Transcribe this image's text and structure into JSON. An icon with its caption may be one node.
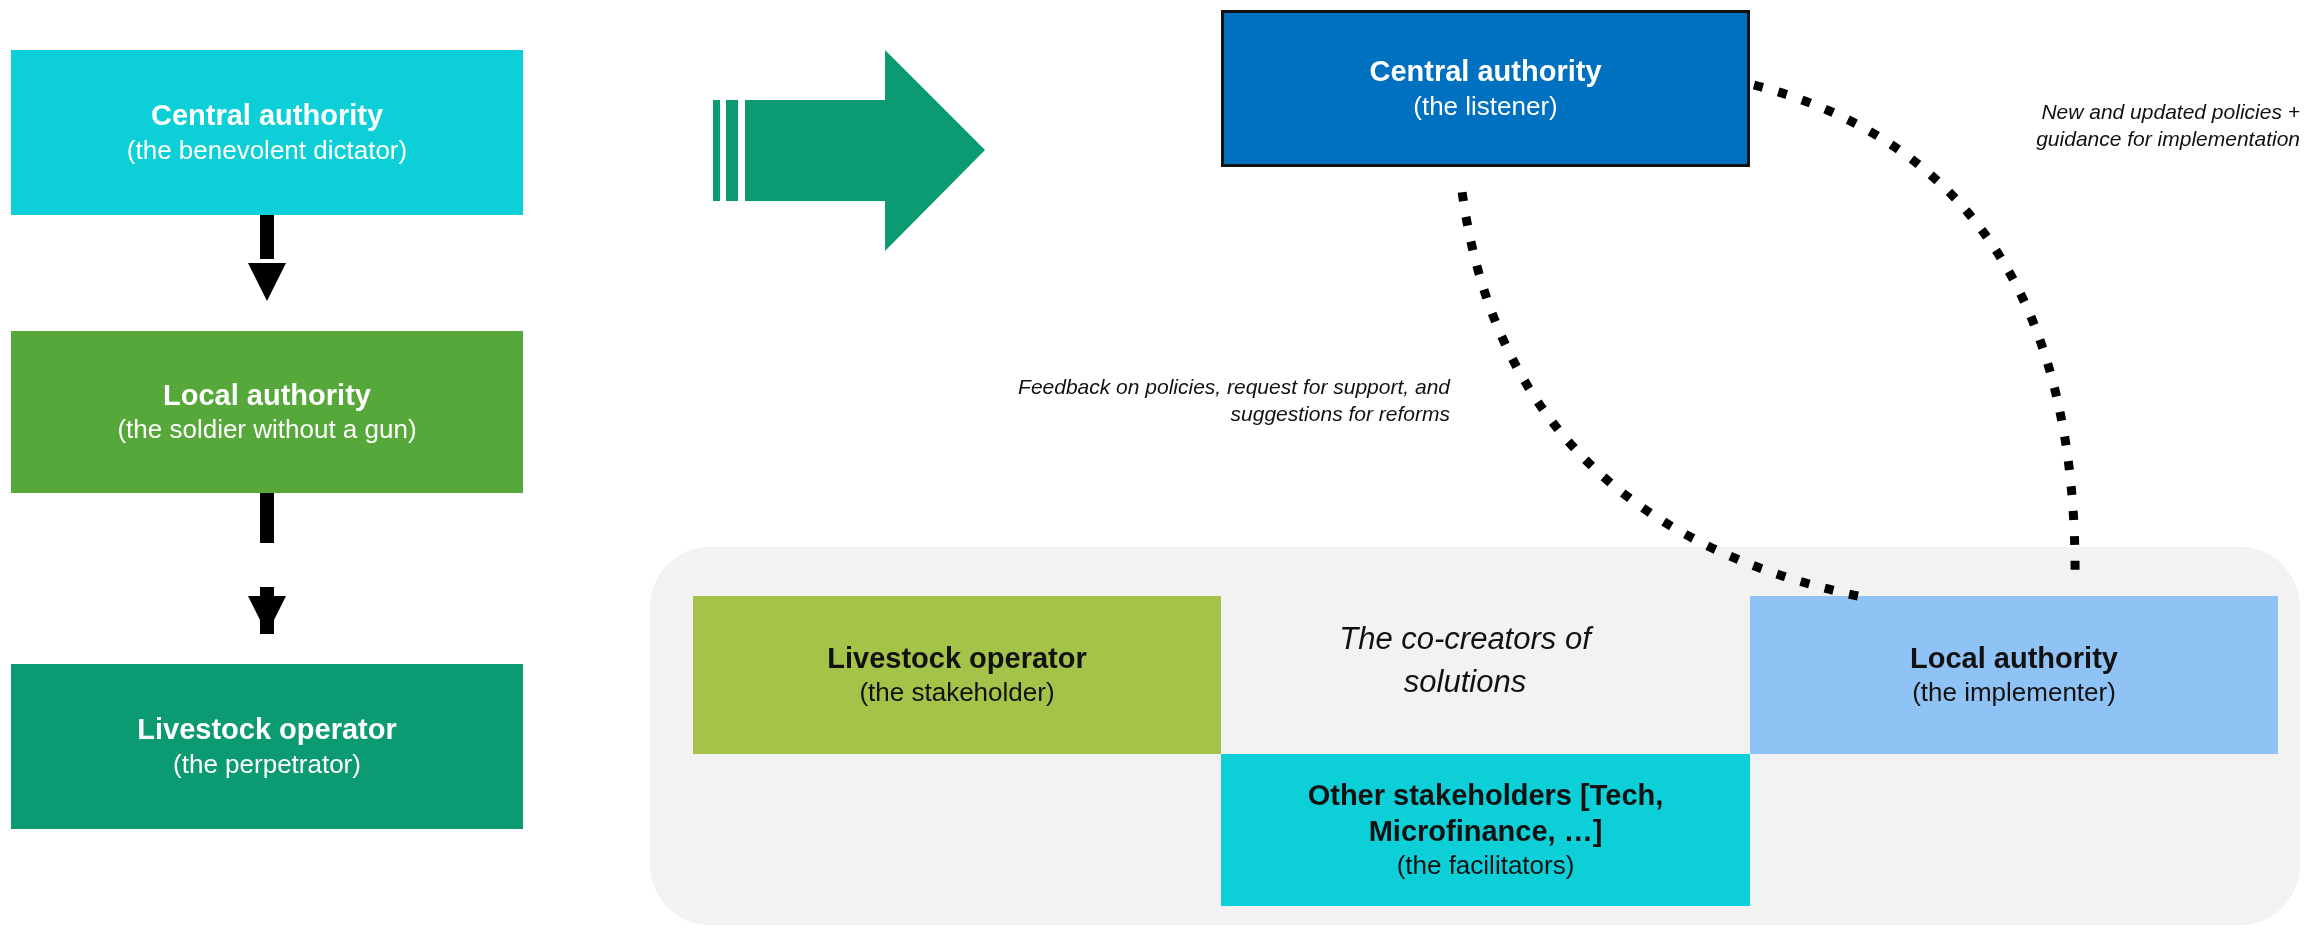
{
  "diagram": {
    "nodes": [
      {
        "text": [
          "Central authority",
          "(the benevolent dictator)"
        ]
      },
      {
        "text": [
          "Local authority",
          "(the soldier without a gun)"
        ]
      },
      {
        "text": [
          "Livestock operator",
          "(the perpetrator)"
        ]
      },
      {
        "text": [
          "Central authority",
          "(the listener)"
        ]
      },
      {
        "text": [
          "The co-creators of solutions"
        ]
      },
      {
        "text": [
          "Livestock operator",
          "(the stakeholder)"
        ],
        "in": 4
      },
      {
        "text": [
          "Other stakeholders [Tech, Microfinance, …]",
          "(the facilitators)"
        ],
        "in": 4
      },
      {
        "text": [
          "Local authority",
          "(the implementer)"
        ],
        "in": 4
      }
    ],
    "edges": [
      {
        "from": 0,
        "to": 1,
        "arrow": "to",
        "style": "dashed"
      },
      {
        "from": 1,
        "to": 2,
        "arrow": "to",
        "style": "dashed"
      },
      {
        "from": 7,
        "to": 3,
        "arrow": "none",
        "style": "dashed",
        "label": "Feedback on policies, request for support, and suggestions for reforms"
      },
      {
        "from": 3,
        "to": 7,
        "arrow": "none",
        "style": "dashed",
        "label": "New and updated policies + guidance for implementation"
      }
    ]
  }
}
